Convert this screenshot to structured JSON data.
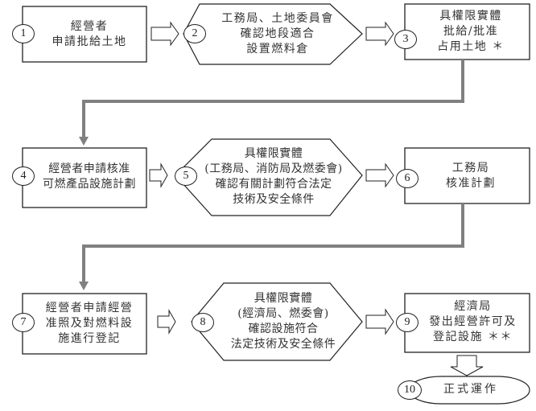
{
  "diagram": {
    "type": "flowchart",
    "steps": [
      {
        "id": 1,
        "number": "1",
        "shape": "rectangle",
        "lines": [
          "經營者",
          "申請批給土地"
        ]
      },
      {
        "id": 2,
        "number": "2",
        "shape": "hexagon",
        "lines": [
          "工務局、土地委員會",
          "確認地段適合",
          "設置燃料倉"
        ]
      },
      {
        "id": 3,
        "number": "3",
        "shape": "rectangle",
        "lines": [
          "具權限實體",
          "批給/批准",
          "占用土地 ＊"
        ]
      },
      {
        "id": 4,
        "number": "4",
        "shape": "rectangle",
        "lines": [
          "經營者申請核准",
          "可燃產品設施計劃"
        ]
      },
      {
        "id": 5,
        "number": "5",
        "shape": "hexagon",
        "lines": [
          "具權限實體",
          "(工務局、消防局及燃委會)",
          "確認有關計劃符合法定",
          "技術及安全條件"
        ]
      },
      {
        "id": 6,
        "number": "6",
        "shape": "rectangle",
        "lines": [
          "工務局",
          "核准計劃"
        ]
      },
      {
        "id": 7,
        "number": "7",
        "shape": "rectangle",
        "lines": [
          "經營者申請經營",
          "准照及對燃料設",
          "施進行登記"
        ]
      },
      {
        "id": 8,
        "number": "8",
        "shape": "hexagon",
        "lines": [
          "具權限實體",
          "(經濟局、燃委會)",
          "確認設施符合",
          "法定技術及安全條件"
        ]
      },
      {
        "id": 9,
        "number": "9",
        "shape": "rectangle",
        "lines": [
          "經濟局",
          "發出經營許可及",
          "登記設施 ＊＊"
        ]
      },
      {
        "id": 10,
        "number": "10",
        "shape": "terminator",
        "lines": [
          "正式運作"
        ]
      }
    ],
    "edges": [
      {
        "from": 1,
        "to": 2,
        "style": "block-arrow"
      },
      {
        "from": 2,
        "to": 3,
        "style": "block-arrow"
      },
      {
        "from": 3,
        "to": 4,
        "style": "elbow-connector"
      },
      {
        "from": 4,
        "to": 5,
        "style": "block-arrow"
      },
      {
        "from": 5,
        "to": 6,
        "style": "block-arrow"
      },
      {
        "from": 6,
        "to": 7,
        "style": "elbow-connector"
      },
      {
        "from": 7,
        "to": 8,
        "style": "block-arrow"
      },
      {
        "from": 8,
        "to": 9,
        "style": "block-arrow"
      },
      {
        "from": 9,
        "to": 10,
        "style": "block-arrow-down"
      }
    ],
    "colors": {
      "stroke": "#222222",
      "connector": "#808080",
      "fill": "#ffffff"
    }
  }
}
